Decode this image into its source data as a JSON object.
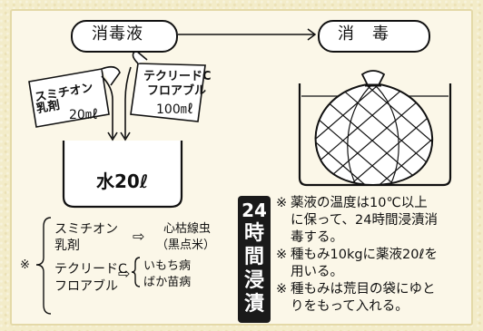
{
  "header": {
    "left_label": "消毒液",
    "right_label": "消　毒"
  },
  "chemicals": {
    "sumithion": {
      "line1": "スミチオン",
      "line2": "乳剤",
      "amount": "20㎖"
    },
    "teclead": {
      "line1": "テクリードC",
      "line2": "フロアブル",
      "amount": "100㎖"
    }
  },
  "beaker_label": "水20ℓ",
  "legend": {
    "asterisk": "※",
    "arrow": "⇨",
    "rows": [
      {
        "name_line1": "スミチオン",
        "name_line2": "乳剤",
        "target_line1": "心枯線虫",
        "target_line2": "（黒点米）"
      },
      {
        "name_line1": "テクリードC",
        "name_line2": "フロアブル",
        "target_line1": "いもち病",
        "target_line2": "ばか苗病"
      }
    ]
  },
  "badge": {
    "chars": [
      "24",
      "時",
      "間",
      "浸",
      "漬"
    ]
  },
  "notes": [
    {
      "mark": "※",
      "lines": [
        "薬液の温度は10℃以上",
        "に保って、24時間浸漬消",
        "毒する。"
      ]
    },
    {
      "mark": "※",
      "lines": [
        "種もみ10kgに薬液20ℓを",
        "用いる。"
      ]
    },
    {
      "mark": "※",
      "lines": [
        "種もみは荒目の袋にゆと",
        "りをもって入れる。"
      ]
    }
  ],
  "colors": {
    "background": "#f3ecc9",
    "ink": "#111111",
    "badge": "#1a1a1a"
  }
}
